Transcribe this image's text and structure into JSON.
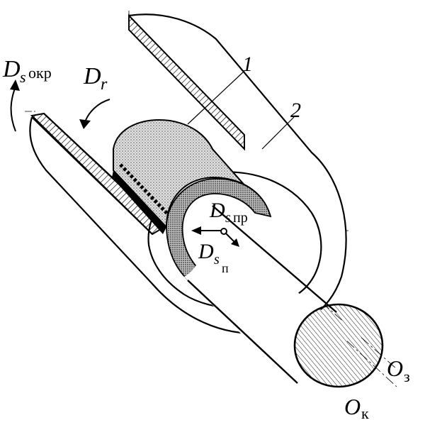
{
  "labels": {
    "d_s_okr": {
      "main": "D",
      "sub": "s",
      "subsub": "окр"
    },
    "d_r": {
      "main": "D",
      "sub": "r"
    },
    "d_s_pr": {
      "main": "D",
      "sub": "s",
      "subsub": "пр"
    },
    "d_s_p": {
      "main": "D",
      "sub": "s",
      "subsub": "п"
    },
    "o_z": {
      "main": "O",
      "sub": "з"
    },
    "o_k": {
      "main": "O",
      "sub": "к"
    },
    "part_1": "1",
    "part_2": "2"
  },
  "colors": {
    "ink": "#000000",
    "shade": "#cfcfcf",
    "dark_shade": "#9a9a9a",
    "paper": "#ffffff"
  }
}
